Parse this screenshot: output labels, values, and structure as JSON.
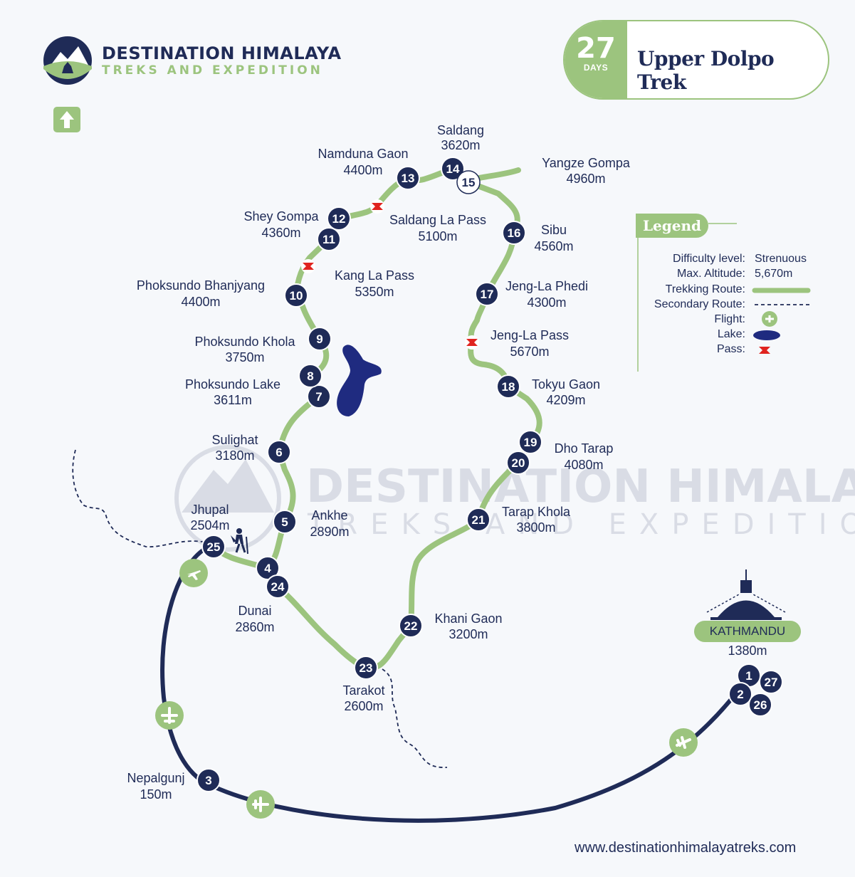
{
  "brand": {
    "name": "DESTINATION HIMALAYA",
    "tagline": "TREKS AND EXPEDITION",
    "colors": {
      "navy": "#1f2b57",
      "green": "#9cc47e",
      "red": "#e0231f",
      "lake": "#1f2b80"
    }
  },
  "title": {
    "days": "27",
    "days_label": "DAYS",
    "name": "Upper Dolpo Trek"
  },
  "north_icon": "arrow-up-icon",
  "watermark": {
    "name": "DESTINATION HIMALAYA",
    "tagline": "TREKS AND EXPEDITION"
  },
  "legend": {
    "title": "Legend",
    "difficulty_label": "Difficulty level:",
    "difficulty_value": "Strenuous",
    "altitude_label": "Max. Altitude:",
    "altitude_value": "5,670m",
    "trekking_label": "Trekking Route:",
    "secondary_label": "Secondary Route:",
    "flight_label": "Flight:",
    "lake_label": "Lake:",
    "pass_label": "Pass:"
  },
  "places": {
    "saldang": {
      "name": "Saldang",
      "alt": "3620m"
    },
    "namduna": {
      "name": "Namduna Gaon",
      "alt": "4400m"
    },
    "yangze": {
      "name": "Yangze Gompa",
      "alt": "4960m"
    },
    "shey": {
      "name": "Shey Gompa",
      "alt": "4360m"
    },
    "saldang_pass": {
      "name": "Saldang La Pass",
      "alt": "5100m"
    },
    "sibu": {
      "name": "Sibu",
      "alt": "4560m"
    },
    "kang_pass": {
      "name": "Kang La Pass",
      "alt": "5350m"
    },
    "phoksundo_bhanjyang": {
      "name": "Phoksundo Bhanjyang",
      "alt": "4400m"
    },
    "jengla_phedi": {
      "name": "Jeng-La Phedi",
      "alt": "4300m"
    },
    "jengla_pass": {
      "name": "Jeng-La Pass",
      "alt": "5670m"
    },
    "phoksundo_khola": {
      "name": "Phoksundo Khola",
      "alt": "3750m"
    },
    "phoksundo_lake": {
      "name": "Phoksundo Lake",
      "alt": "3611m"
    },
    "tokyu": {
      "name": "Tokyu Gaon",
      "alt": "4209m"
    },
    "sulighat": {
      "name": "Sulighat",
      "alt": "3180m"
    },
    "dho_tarap": {
      "name": "Dho Tarap",
      "alt": "4080m"
    },
    "jhupal": {
      "name": "Jhupal",
      "alt": "2504m"
    },
    "ankhe": {
      "name": "Ankhe",
      "alt": "2890m"
    },
    "tarap_khola": {
      "name": "Tarap Khola",
      "alt": "3800m"
    },
    "dunai": {
      "name": "Dunai",
      "alt": "2860m"
    },
    "khani": {
      "name": "Khani Gaon",
      "alt": "3200m"
    },
    "tarakot": {
      "name": "Tarakot",
      "alt": "2600m"
    },
    "nepalgunj": {
      "name": "Nepalgunj",
      "alt": "150m"
    },
    "kathmandu": {
      "name": "KATHMANDU",
      "alt": "1380m"
    }
  },
  "stops": [
    "1",
    "2",
    "3",
    "4",
    "5",
    "6",
    "7",
    "8",
    "9",
    "10",
    "11",
    "12",
    "13",
    "14",
    "15",
    "16",
    "17",
    "18",
    "19",
    "20",
    "21",
    "22",
    "23",
    "24",
    "25",
    "26",
    "27"
  ],
  "website": "www.destinationhimalayatreks.com"
}
